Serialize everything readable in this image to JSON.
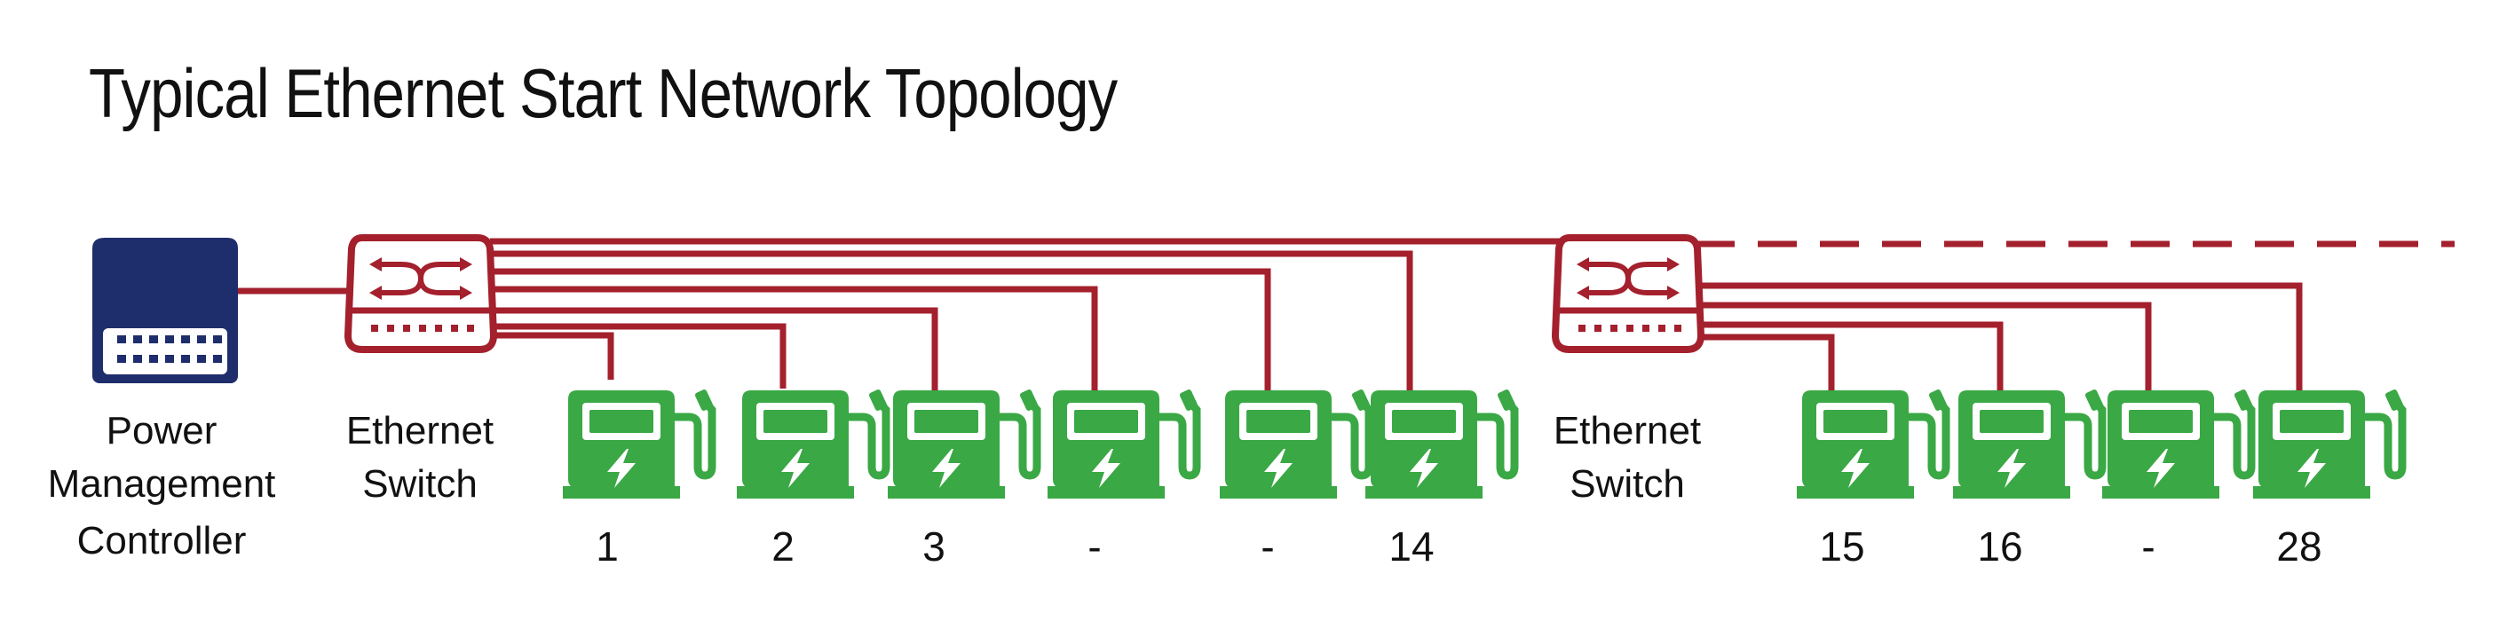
{
  "title": "Typical Ethernet Start Network Topology",
  "colors": {
    "wire": "#a3202c",
    "switch": "#a3202c",
    "controller": "#1e2d6b",
    "charger": "#3aa845"
  },
  "controller": {
    "icon": "controller-icon",
    "label_lines": [
      "Power",
      "Management",
      "Controller"
    ]
  },
  "switches": [
    {
      "icon": "ethernet-switch-icon",
      "label_lines": [
        "Ethernet",
        "Switch"
      ]
    },
    {
      "icon": "ethernet-switch-icon",
      "label_lines": [
        "Ethernet",
        "Switch"
      ]
    }
  ],
  "chargers_group1": [
    {
      "icon": "ev-charger-icon",
      "label": "1"
    },
    {
      "icon": "ev-charger-icon",
      "label": "2"
    },
    {
      "icon": "ev-charger-icon",
      "label": "3"
    },
    {
      "icon": "ev-charger-icon",
      "label": "-"
    },
    {
      "icon": "ev-charger-icon",
      "label": "-"
    },
    {
      "icon": "ev-charger-icon",
      "label": "14"
    }
  ],
  "chargers_group2": [
    {
      "icon": "ev-charger-icon",
      "label": "15"
    },
    {
      "icon": "ev-charger-icon",
      "label": "16"
    },
    {
      "icon": "ev-charger-icon",
      "label": "-"
    },
    {
      "icon": "ev-charger-icon",
      "label": "28"
    }
  ]
}
